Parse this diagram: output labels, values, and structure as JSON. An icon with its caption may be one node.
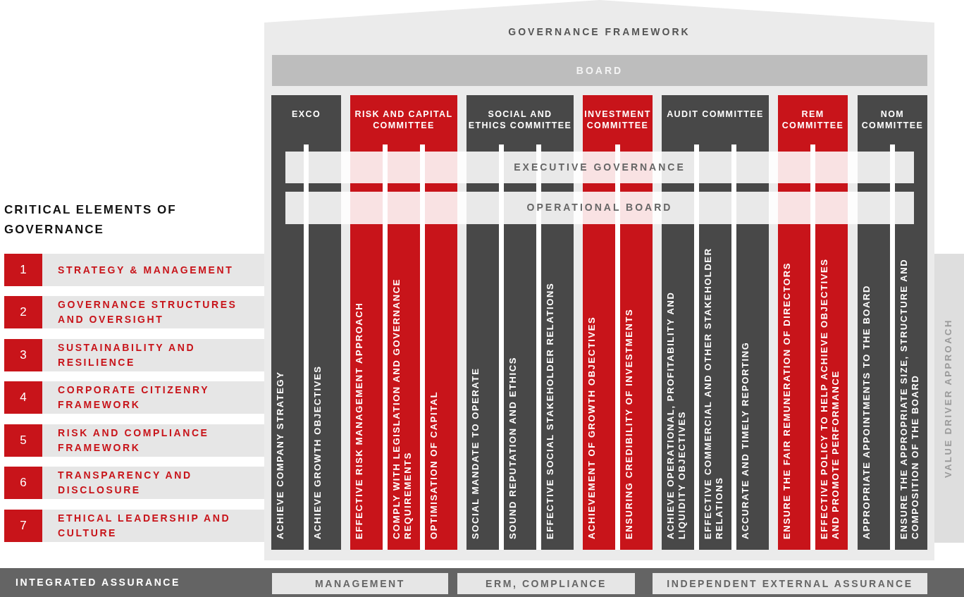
{
  "diagram": {
    "nodes": [
      {
        "text": [
          "GOVERNANCE FRAMEWORK"
        ]
      },
      {
        "text": [
          "BOARD"
        ],
        "in": 0
      },
      {
        "text": [
          "EXCO"
        ],
        "in": 0
      },
      {
        "text": [
          "ACHIEVE COMPANY STRATEGY"
        ],
        "in": 0
      },
      {
        "text": [
          "ACHIEVE GROWTH OBJECTIVES"
        ],
        "in": 0
      },
      {
        "text": [
          "RISK AND CAPITAL COMMITTEE"
        ],
        "in": 0
      },
      {
        "text": [
          "EFFECTIVE RISK MANAGEMENT APPROACH"
        ],
        "in": 0
      },
      {
        "text": [
          "COMPLY WITH LEGISLATION AND GOVERNANCE REQUIREMENTS"
        ],
        "in": 0
      },
      {
        "text": [
          "OPTIMISATION OF CAPITAL"
        ],
        "in": 0
      },
      {
        "text": [
          "SOCIAL AND ETHICS COMMITTEE"
        ],
        "in": 0
      },
      {
        "text": [
          "SOCIAL MANDATE TO OPERATE"
        ],
        "in": 0
      },
      {
        "text": [
          "SOUND REPUTATION AND ETHICS"
        ],
        "in": 0
      },
      {
        "text": [
          "EFFECTIVE SOCIAL STAKEHOLDER RELATIONS"
        ],
        "in": 0
      },
      {
        "text": [
          "INVESTMENT COMMITTEE"
        ],
        "in": 0
      },
      {
        "text": [
          "ACHIEVEMENT OF GROWTH OBJECTIVES"
        ],
        "in": 0
      },
      {
        "text": [
          "ENSURING CREDIBILITY OF INVESTMENTS"
        ],
        "in": 0
      },
      {
        "text": [
          "AUDIT COMMITTEE"
        ],
        "in": 0
      },
      {
        "text": [
          "ACHIEVE OPERATIONAL, PROFITABILITY AND LIQUIDITY OBJECTIVES"
        ],
        "in": 0
      },
      {
        "text": [
          "EFFECTIVE COMMERCIAL AND OTHER STAKEHOLDER RELATIONS"
        ],
        "in": 0
      },
      {
        "text": [
          "ACCURATE AND TIMELY REPORTING"
        ],
        "in": 0
      },
      {
        "text": [
          "REM COMMITTEE"
        ],
        "in": 0
      },
      {
        "text": [
          "ENSURE THE FAIR REMUNERATION OF DIRECTORS"
        ],
        "in": 0
      },
      {
        "text": [
          "EFFECTIVE POLICY TO HELP ACHIEVE OBJECTIVES AND PROMOTE PERFORMANCE"
        ],
        "in": 0
      },
      {
        "text": [
          "NOM COMMITTEE"
        ],
        "in": 0
      },
      {
        "text": [
          "APPROPRIATE APPOINTMENTS TO THE BOARD"
        ],
        "in": 0
      },
      {
        "text": [
          "ENSURE THE APPROPRIATE SIZE, STRUCTURE AND COMPOSITION OF THE BOARD"
        ],
        "in": 0
      },
      {
        "text": [
          "EXECUTIVE GOVERNANCE"
        ],
        "in": 0
      },
      {
        "text": [
          "OPERATIONAL BOARD"
        ],
        "in": 0
      },
      {
        "text": [
          "1",
          "STRATEGY & MANAGEMENT"
        ]
      },
      {
        "text": [
          "2",
          "GOVERNANCE STRUCTURES AND OVERSIGHT"
        ]
      },
      {
        "text": [
          "3",
          "SUSTAINABILITY AND RESILIENCE"
        ]
      },
      {
        "text": [
          "4",
          "CORPORATE CITIZENRY FRAMEWORK"
        ]
      },
      {
        "text": [
          "5",
          "RISK AND COMPLIANCE FRAMEWORK"
        ]
      },
      {
        "text": [
          "6",
          "TRANSPARENCY AND DISCLOSURE"
        ]
      },
      {
        "text": [
          "7",
          "ETHICAL LEADERSHIP AND CULTURE"
        ]
      },
      {
        "text": [
          "VALUE DRIVER APPROACH"
        ]
      },
      {
        "text": [
          "INTEGRATED ASSURANCE"
        ]
      },
      {
        "text": [
          "MANAGEMENT"
        ],
        "in": 36
      },
      {
        "text": [
          "ERM, COMPLIANCE"
        ],
        "in": 36
      },
      {
        "text": [
          "INDEPENDENT EXTERNAL ASSURANCE"
        ],
        "in": 36
      }
    ],
    "labels": [
      "CRITICAL ELEMENTS OF GOVERNANCE"
    ]
  }
}
